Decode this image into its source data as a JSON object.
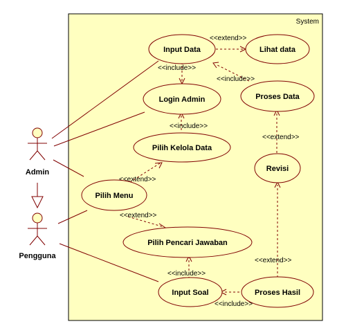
{
  "system": {
    "label": "System"
  },
  "actors": {
    "admin": "Admin",
    "pengguna": "Pengguna"
  },
  "use_cases": {
    "input_data": "Input Data",
    "lihat_data": "Lihat data",
    "login_admin": "Login Admin",
    "proses_data": "Proses Data",
    "pilih_kelola_data": "Pilih Kelola Data",
    "revisi": "Revisi",
    "pilih_menu": "Pilih Menu",
    "pilih_pencari_jawaban": "Pilih Pencari Jawaban",
    "input_soal": "Input Soal",
    "proses_hasil": "Proses Hasil"
  },
  "relations": {
    "extend_input_lihat": "<<extend>>",
    "include_input_login": "<<include>>",
    "include_proses_input": "<<include>>",
    "include_login_kelola": "<<include>>",
    "extend_revisi_proses": "<<extend>>",
    "extend_menu_kelola": "<<extend>>",
    "extend_menu_pencari": "<<extend>>",
    "extend_hasil_revisi": "<<extend>>",
    "include_soal_pencari": "<<include>>",
    "include_soal_hasil": "<<include>>"
  },
  "colors": {
    "system_fill": "#ffffc0",
    "use_case_fill": "#ffffc0",
    "line": "#800000"
  }
}
